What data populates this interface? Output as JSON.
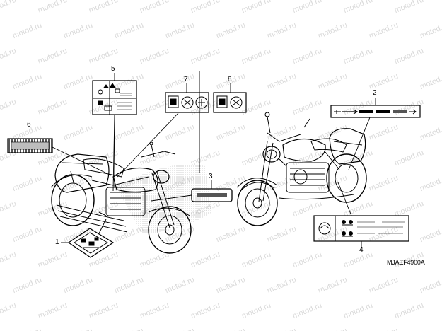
{
  "diagram": {
    "watermark_text": "motod.ru",
    "diagram_code": "MJAEF4900A",
    "callouts": [
      {
        "label": "1"
      },
      {
        "label": "2"
      },
      {
        "label": "3"
      },
      {
        "label": "4"
      },
      {
        "label": "5"
      },
      {
        "label": "6"
      },
      {
        "label": "7"
      },
      {
        "label": "8"
      }
    ]
  },
  "colors": {
    "line": "#000000",
    "watermark": "#d9d9d9",
    "background": "#ffffff",
    "halftone": "#b0b0b0"
  }
}
